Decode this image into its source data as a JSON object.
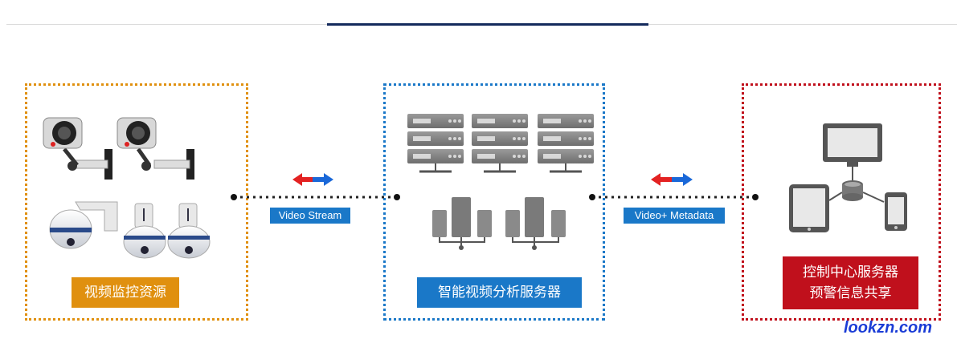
{
  "panels": {
    "left_label": "视频监控资源",
    "middle_label": "智能视频分析服务器",
    "right_label_line1": "控制中心服务器",
    "right_label_line2": "预警信息共享"
  },
  "links": {
    "left_tag": "Video Stream",
    "right_tag": "Video+ Metadata"
  },
  "watermark": "lookzn.com",
  "colors": {
    "orange": "#e0900f",
    "blue": "#1a78c8",
    "red": "#c0101c",
    "navy": "#142a5c"
  },
  "icons": [
    "bullet-camera-icon",
    "dome-camera-icon",
    "server-rack-icon",
    "server-tower-icon",
    "monitor-icon",
    "tablet-icon",
    "phone-icon",
    "database-icon",
    "bidirectional-arrow-icon"
  ]
}
